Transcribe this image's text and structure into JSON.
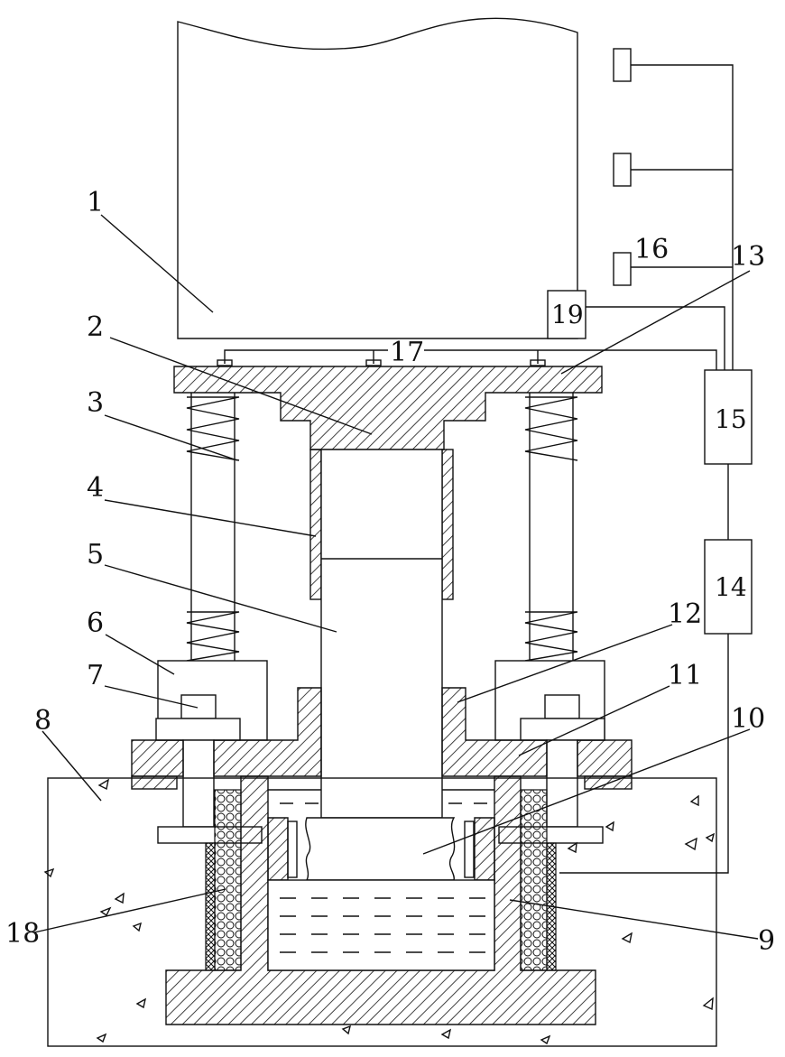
{
  "diagram": {
    "callouts": [
      {
        "id": "1",
        "text": "1"
      },
      {
        "id": "2",
        "text": "2"
      },
      {
        "id": "3",
        "text": "3"
      },
      {
        "id": "4",
        "text": "4"
      },
      {
        "id": "5",
        "text": "5"
      },
      {
        "id": "6",
        "text": "6"
      },
      {
        "id": "7",
        "text": "7"
      },
      {
        "id": "8",
        "text": "8"
      },
      {
        "id": "9",
        "text": "9"
      },
      {
        "id": "10",
        "text": "10"
      },
      {
        "id": "11",
        "text": "11"
      },
      {
        "id": "12",
        "text": "12"
      },
      {
        "id": "13",
        "text": "13"
      },
      {
        "id": "16",
        "text": "16"
      },
      {
        "id": "17",
        "text": "17"
      },
      {
        "id": "18",
        "text": "18"
      }
    ],
    "boxes": {
      "box15": "15",
      "box14": "14",
      "box19": "19"
    },
    "line_color": "#111111"
  }
}
